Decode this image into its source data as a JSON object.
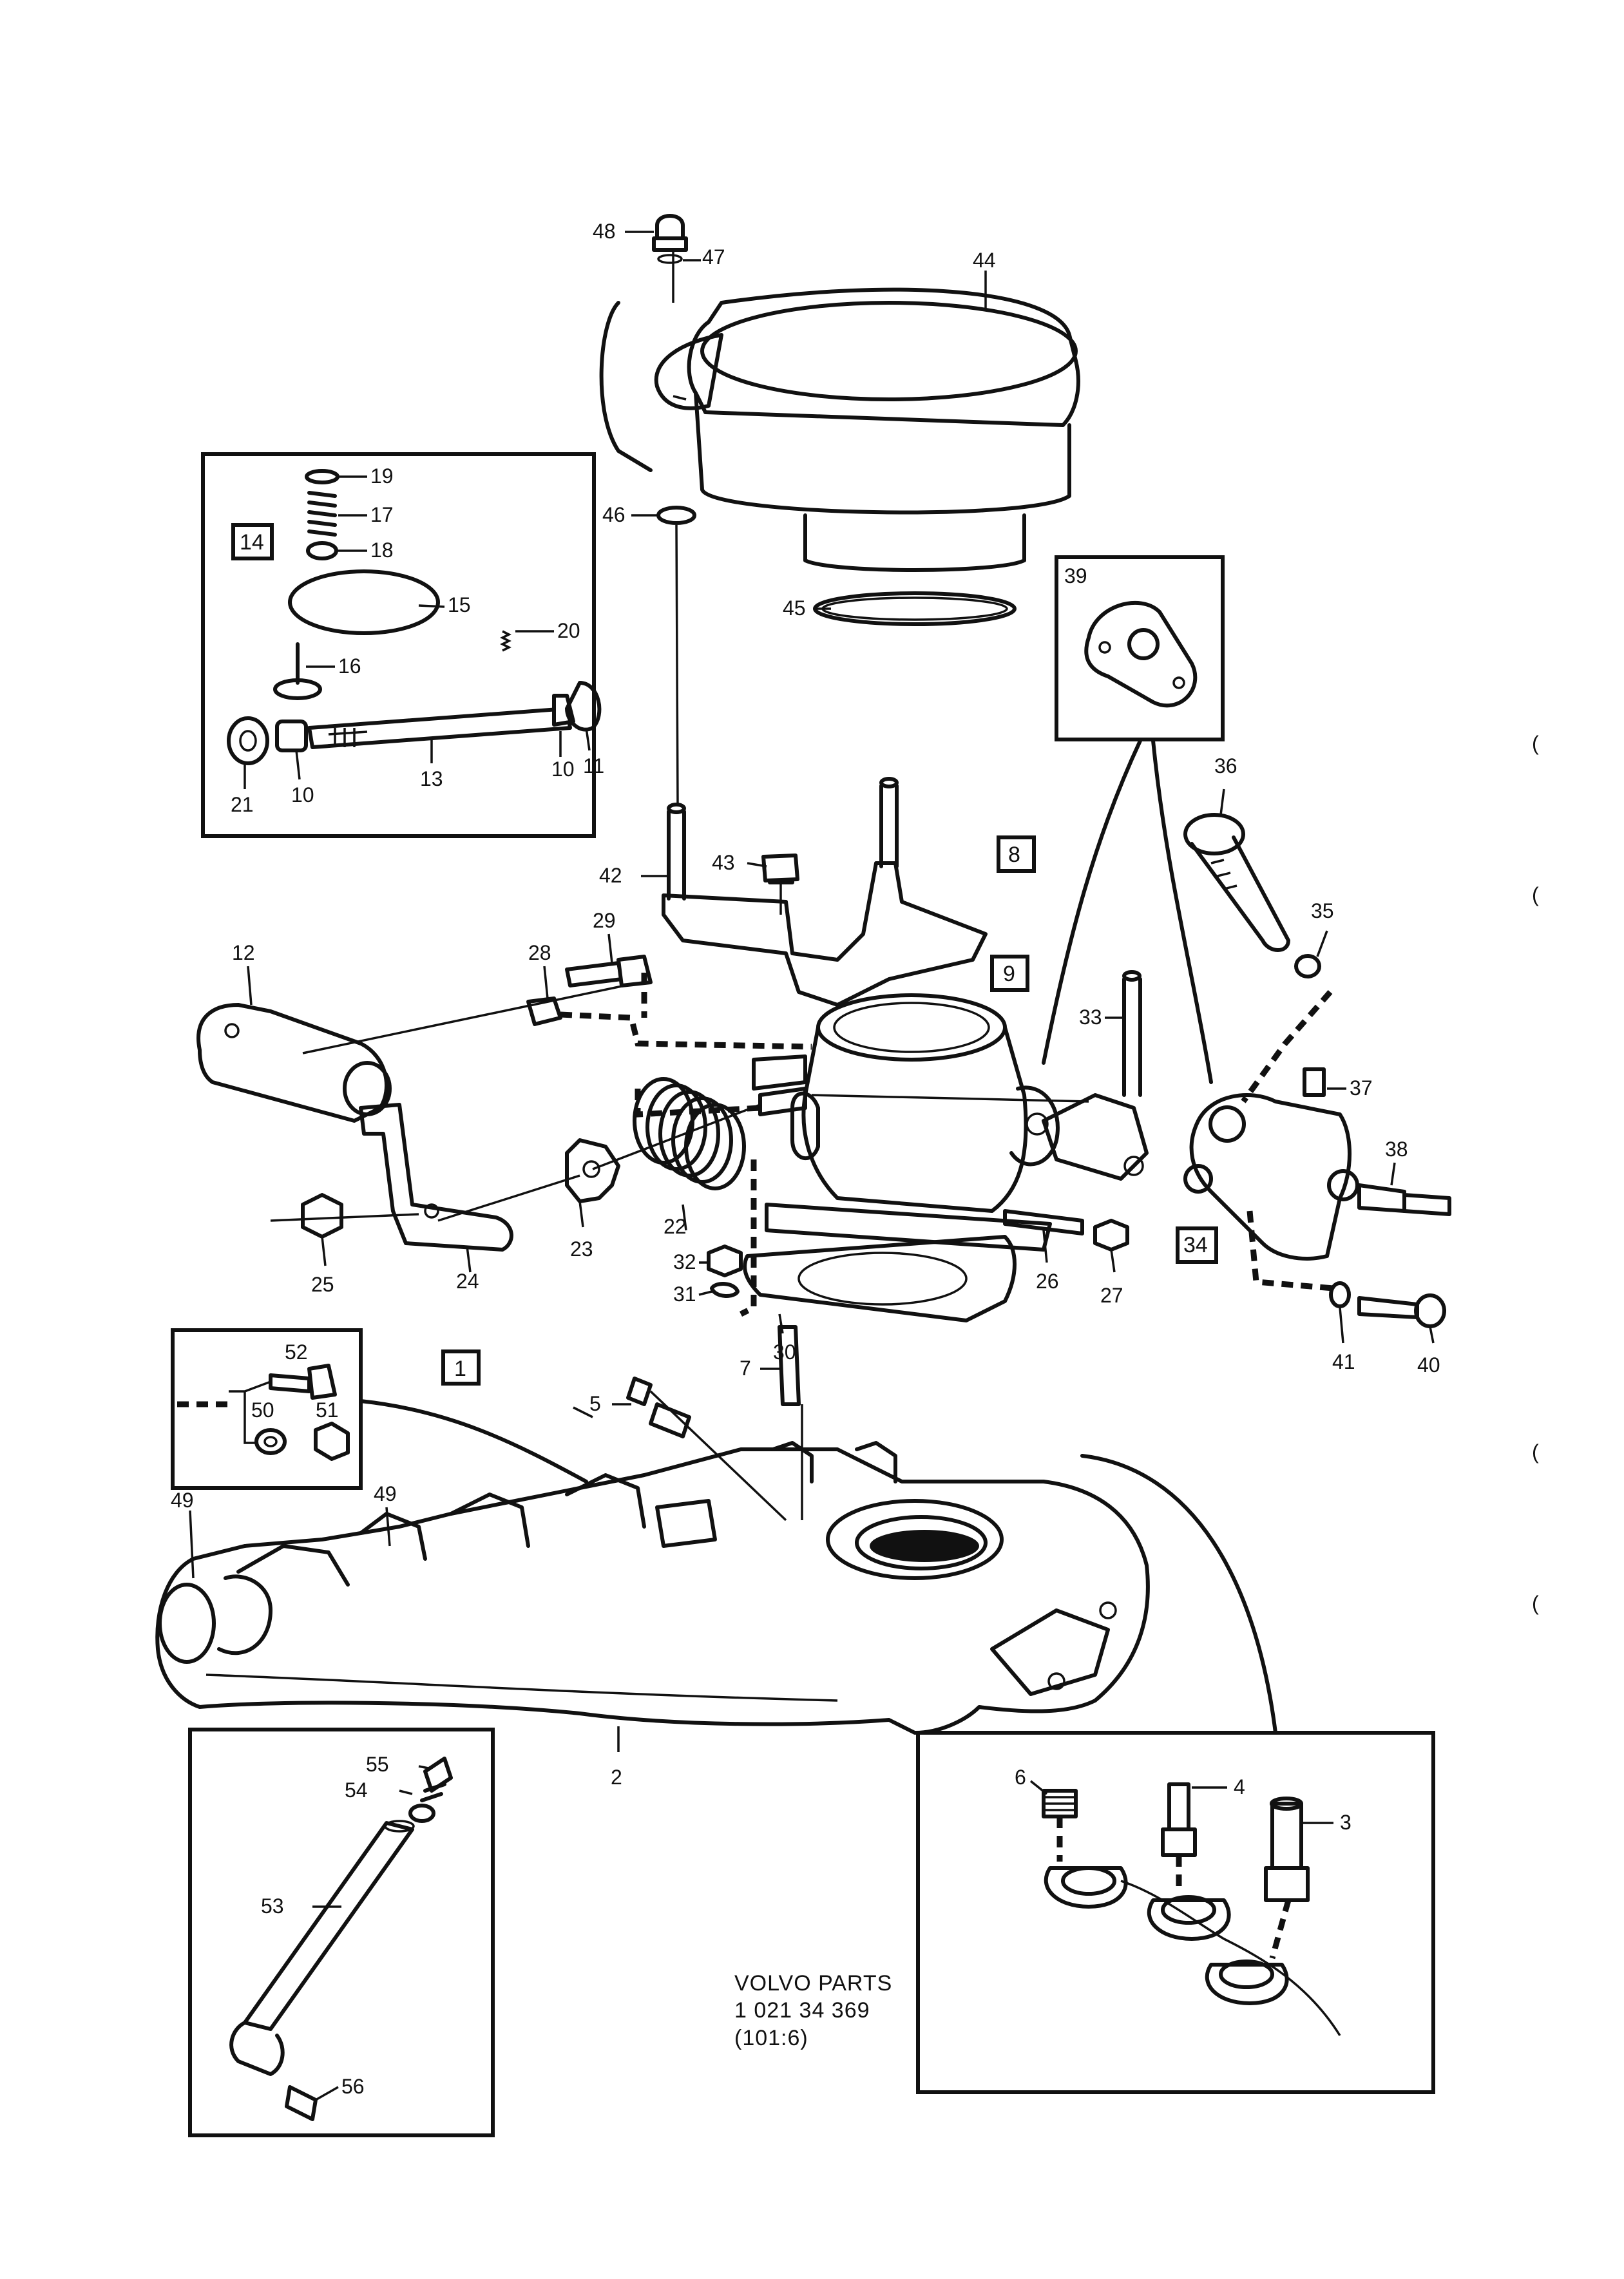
{
  "callouts": {
    "c1": "1",
    "c2": "2",
    "c3": "3",
    "c4": "4",
    "c5": "5",
    "c6": "6",
    "c7": "7",
    "c8": "8",
    "c9": "9",
    "c10a": "10",
    "c10b": "10",
    "c11": "11",
    "c12": "12",
    "c13": "13",
    "c14": "14",
    "c15": "15",
    "c16": "16",
    "c17": "17",
    "c18": "18",
    "c19": "19",
    "c20": "20",
    "c21": "21",
    "c22": "22",
    "c23": "23",
    "c24": "24",
    "c25": "25",
    "c26": "26",
    "c27": "27",
    "c28": "28",
    "c29": "29",
    "c30": "30",
    "c31": "31",
    "c32": "32",
    "c33": "33",
    "c34": "34",
    "c35": "35",
    "c36": "36",
    "c37": "37",
    "c38": "38",
    "c39": "39",
    "c40": "40",
    "c41": "41",
    "c42": "42",
    "c43": "43",
    "c44": "44",
    "c45": "45",
    "c46": "46",
    "c47": "47",
    "c48": "48",
    "c49a": "49",
    "c49b": "49",
    "c50": "50",
    "c51": "51",
    "c52": "52",
    "c53": "53",
    "c54": "54",
    "c55": "55",
    "c56": "56"
  },
  "footer": {
    "line1": "VOLVO PARTS",
    "line2": "1   021 34 369",
    "line3": "(101:6)"
  },
  "margin_marks": [
    "(",
    "(",
    "(",
    "("
  ]
}
